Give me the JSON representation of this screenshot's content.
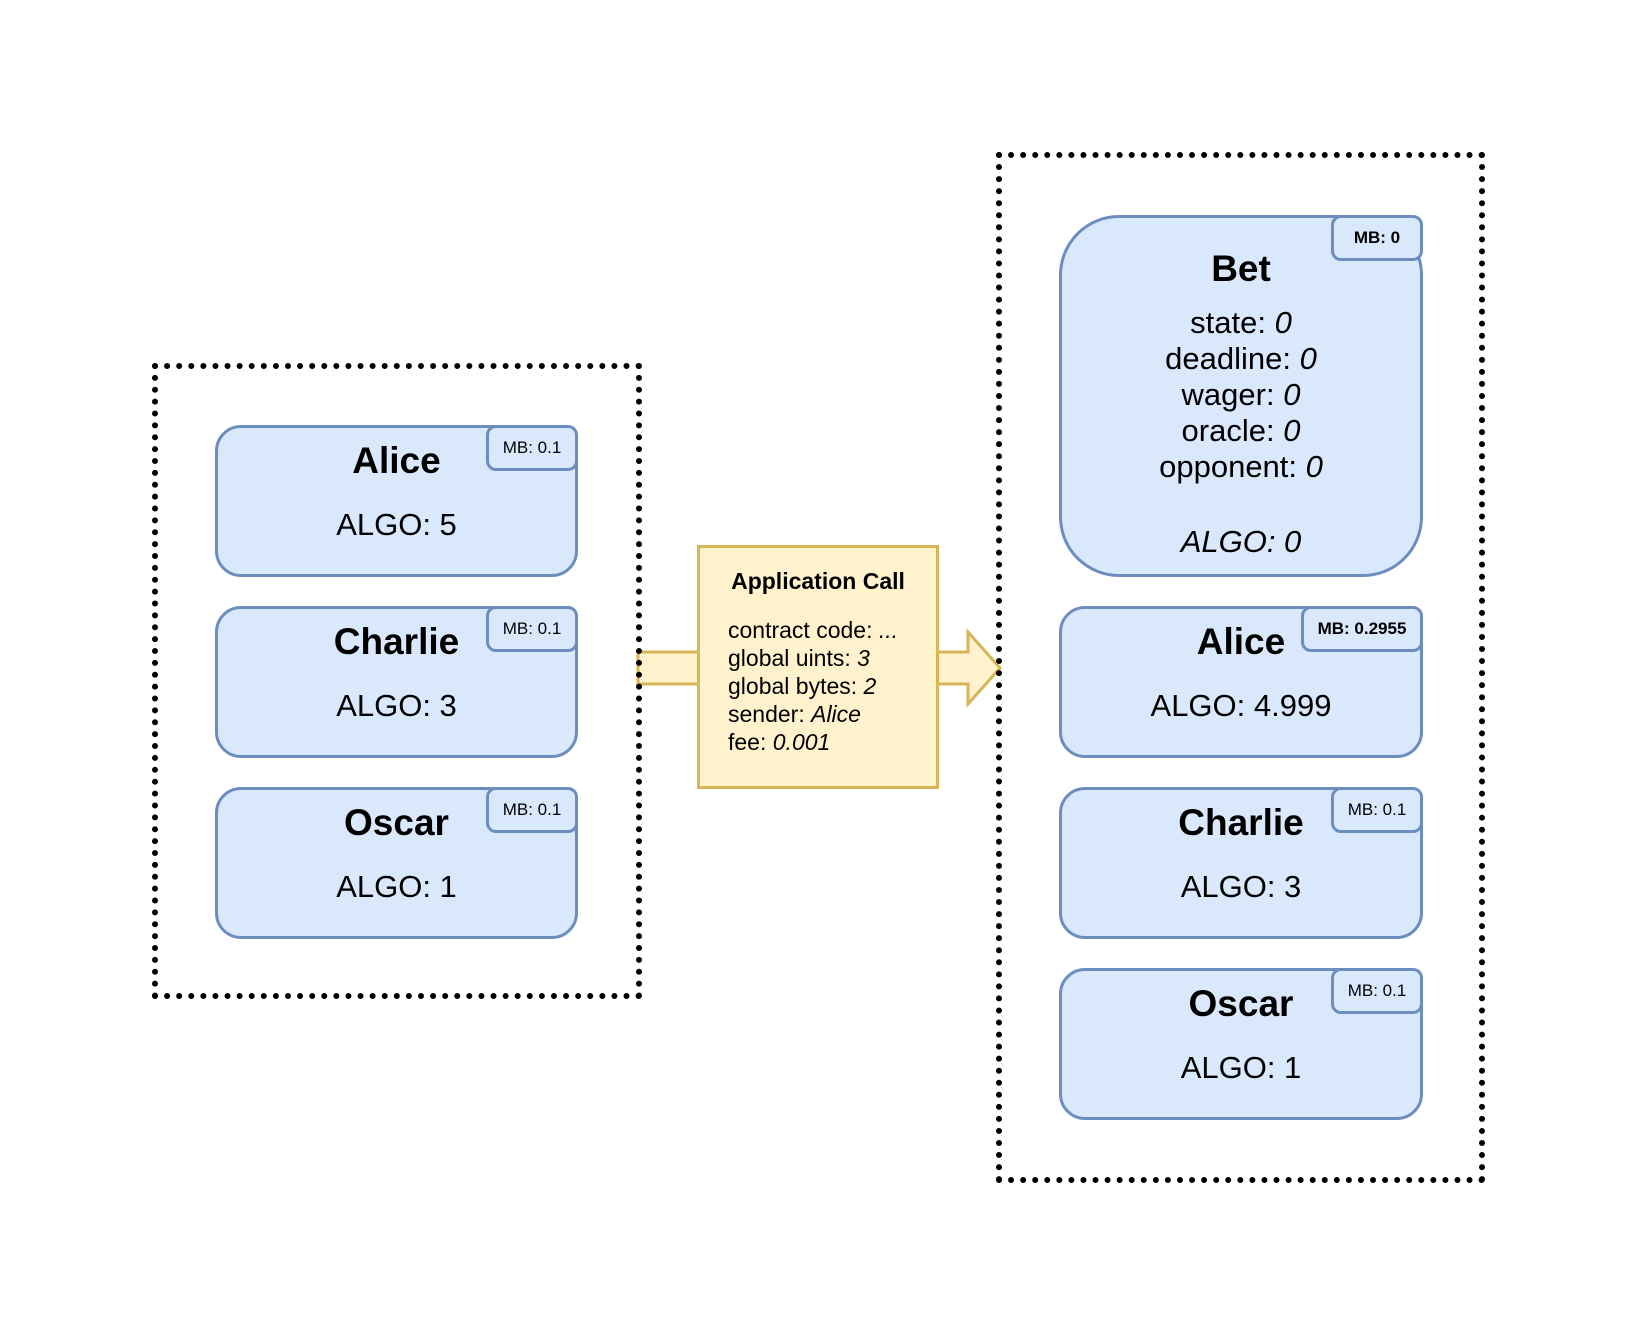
{
  "before": {
    "accounts": [
      {
        "name": "Alice",
        "balance": "ALGO: 5",
        "mb": "MB: 0.1"
      },
      {
        "name": "Charlie",
        "balance": "ALGO: 3",
        "mb": "MB: 0.1"
      },
      {
        "name": "Oscar",
        "balance": "ALGO: 1",
        "mb": "MB: 0.1"
      }
    ]
  },
  "transaction": {
    "title": "Application Call",
    "fields": [
      {
        "label": "contract code: ",
        "value": "..."
      },
      {
        "label": "global uints: ",
        "value": "3"
      },
      {
        "label": "global bytes: ",
        "value": "2"
      },
      {
        "label": "sender: ",
        "value": "Alice"
      },
      {
        "label": "fee: ",
        "value": "0.001"
      }
    ]
  },
  "after": {
    "bet": {
      "name": "Bet",
      "mb": "MB: 0",
      "fields": [
        {
          "label": "state: ",
          "value": "0"
        },
        {
          "label": "deadline: ",
          "value": "0"
        },
        {
          "label": "wager: ",
          "value": "0"
        },
        {
          "label": "oracle: ",
          "value": "0"
        },
        {
          "label": "opponent: ",
          "value": "0"
        }
      ],
      "balance": "ALGO: 0"
    },
    "accounts": [
      {
        "name": "Alice",
        "balance": "ALGO: 4.999",
        "mb": "MB: 0.2955"
      },
      {
        "name": "Charlie",
        "balance": "ALGO: 3",
        "mb": "MB: 0.1"
      },
      {
        "name": "Oscar",
        "balance": "ALGO: 1",
        "mb": "MB: 0.1"
      }
    ]
  },
  "colors": {
    "account_fill": "#dae8fc",
    "account_stroke": "#6c8ebf",
    "tx_fill": "#fff2cc",
    "tx_stroke": "#d6b656"
  }
}
